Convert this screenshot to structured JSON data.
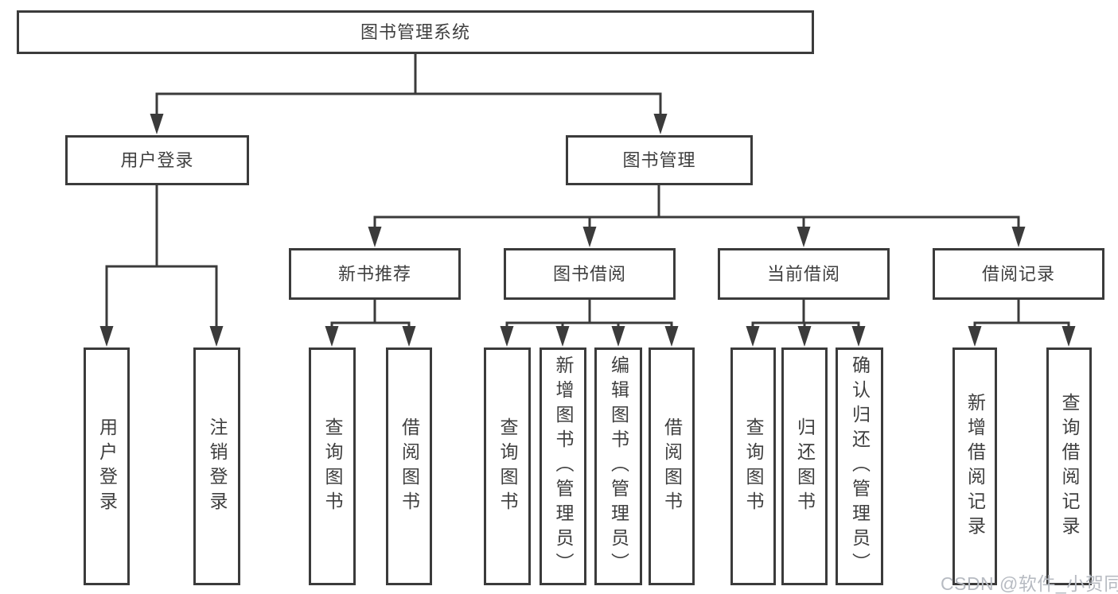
{
  "diagram": {
    "title": "图书管理系统",
    "root": {
      "label": "图书管理系统"
    },
    "level2": [
      {
        "label": "用户登录"
      },
      {
        "label": "图书管理"
      }
    ],
    "level3": [
      {
        "label": "新书推荐",
        "parent": "图书管理"
      },
      {
        "label": "图书借阅",
        "parent": "图书管理"
      },
      {
        "label": "当前借阅",
        "parent": "图书管理"
      },
      {
        "label": "借阅记录",
        "parent": "图书管理"
      }
    ],
    "leaves": [
      {
        "label": "用户登录",
        "parent": "用户登录"
      },
      {
        "label": "注销登录",
        "parent": "用户登录"
      },
      {
        "label": "查询图书",
        "parent": "新书推荐"
      },
      {
        "label": "借阅图书",
        "parent": "新书推荐"
      },
      {
        "label": "查询图书",
        "parent": "图书借阅"
      },
      {
        "label": "新增图书（管理员）",
        "parent": "图书借阅"
      },
      {
        "label": "编辑图书（管理员）",
        "parent": "图书借阅"
      },
      {
        "label": "借阅图书",
        "parent": "图书借阅"
      },
      {
        "label": "查询图书",
        "parent": "当前借阅"
      },
      {
        "label": "归还图书",
        "parent": "当前借阅"
      },
      {
        "label": "确认归还（管理员）",
        "parent": "当前借阅"
      },
      {
        "label": "新增借阅记录",
        "parent": "借阅记录"
      },
      {
        "label": "查询借阅记录",
        "parent": "借阅记录"
      }
    ]
  },
  "watermark": {
    "text": "CSDN @软件_小贺同学"
  },
  "colors": {
    "line": "#3b3b3b",
    "text": "#3f3f3f",
    "box_fill": "#ffffff",
    "background": "#ffffff",
    "watermark": "#b7bbc2"
  }
}
